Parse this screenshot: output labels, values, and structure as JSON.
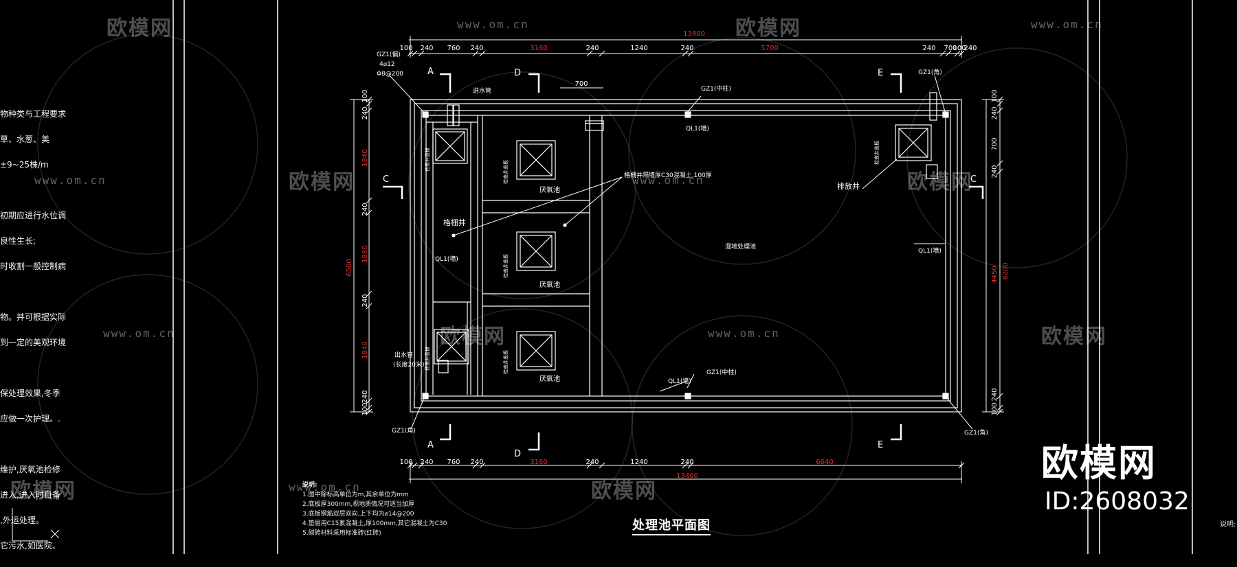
{
  "drawing": {
    "title": "处理池平面图",
    "brand": "欧模网",
    "site_id": "ID:2608032",
    "watermark_text": "欧模网",
    "watermark_url": "www.om.cn",
    "right_edge_text": "说明:",
    "overall_width": "13400",
    "top_dims": [
      "100",
      "240",
      "760",
      "240",
      "3160",
      "240",
      "1240",
      "240",
      "5700",
      "240",
      "700",
      "240",
      "100"
    ],
    "bottom_dims": [
      "100",
      "240",
      "760",
      "240",
      "3160",
      "240",
      "1240",
      "240",
      "6640"
    ],
    "bottom_overall": "13400",
    "left_dims": [
      "100",
      "240",
      "1840",
      "240",
      "1880",
      "240",
      "1840",
      "240",
      "100"
    ],
    "left_total": "6500",
    "right_dims": [
      "100",
      "240",
      "700",
      "240",
      "4450",
      "240",
      "100"
    ],
    "right_total": "6200",
    "dim_700": "700",
    "section_marks": [
      "A",
      "D",
      "E",
      "C"
    ],
    "labels": {
      "gz1_tl": "GZ1(偏)",
      "rebar_1": "4⌀12",
      "rebar_2": "Φ8@200",
      "gz1_top_mid": "GZ1(中柱)",
      "ql1_top": "QL1(墙)",
      "gz1_tr": "GZ1(角)",
      "concrete_note": "格栅井隔墙厚C30混凝土,100厚",
      "anaerobic": "厌氧池",
      "grille_well": "格栅井",
      "ql1_left": "QL1(墙)",
      "inlet_pipe": "进水管",
      "outlet_pipe": "出水管",
      "outlet_pipe_sub": "(长度20米)",
      "discharge_well": "排放井",
      "wetland": "湿地处理池",
      "ql1_right": "QL1(墙)",
      "ql1_bottom": "QL1(墙)",
      "gz1_bottom_mid": "GZ1(中柱)",
      "gz1_bl": "GZ1(角)",
      "gz1_br": "GZ1(角)",
      "manhole_cover": "检查井盖板"
    }
  },
  "notes_left": [
    "物种类与工程要求",
    "草、水葱、美",
    "±9~25株/m",
    "",
    "初期应进行水位调",
    "良性生长;",
    "时收割一般控制病",
    "",
    "物。并可根据实际",
    "到一定的美观环境",
    "",
    "保处理效果,冬季",
    "应做一次护理。.",
    "",
    "维护,厌氧池检修",
    "进入,进入时自备",
    ",外运处理。",
    "它污水,如医院、"
  ],
  "explanation": {
    "head": "说明:",
    "items": [
      "1.图中除标高单位为m,其余单位为mm",
      "2.底板厚300mm,视地质情况可适当加厚",
      "3.底板钢筋双层双向,上下均为⌀14@200",
      "4.垫层用C15素混凝土,厚100mm,其它混凝土为C30",
      "5.砌砖材料采用标准砖(红砖)"
    ]
  },
  "colors": {
    "background": "#000000",
    "lines": "#ffffff",
    "dim_red": "#e03030",
    "watermark": "rgba(255,255,255,0.30)"
  }
}
